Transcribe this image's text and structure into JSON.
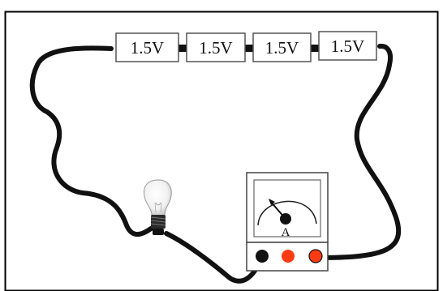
{
  "battery": {
    "cells": [
      {
        "label": "1.5V"
      },
      {
        "label": "1.5V"
      },
      {
        "label": "1.5V"
      },
      {
        "label": "1.5V"
      }
    ]
  },
  "ammeter": {
    "letter": "A",
    "terminal_colors": [
      "#111111",
      "#ff3b12",
      "#ff3b12"
    ]
  },
  "bulb": {
    "icon": "light-bulb-icon"
  },
  "colors": {
    "frame": "#000000",
    "wire": "#111111",
    "terminal_red": "#ff3b12"
  }
}
